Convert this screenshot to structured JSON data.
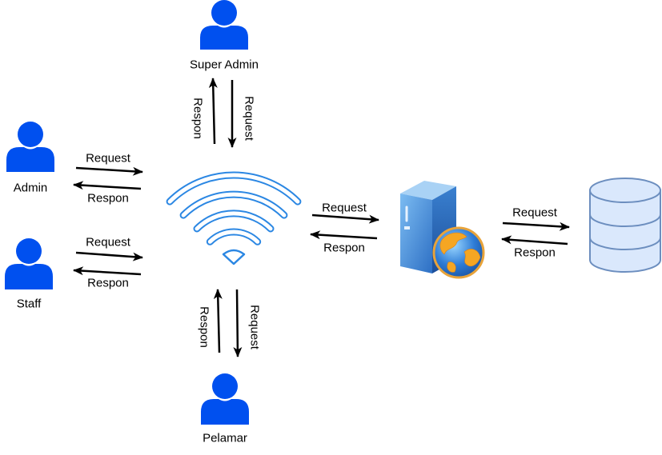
{
  "actors": {
    "super_admin": {
      "label": "Super Admin",
      "icon": "user-icon"
    },
    "admin": {
      "label": "Admin",
      "icon": "user-icon"
    },
    "staff": {
      "label": "Staff",
      "icon": "user-icon"
    },
    "pelamar": {
      "label": "Pelamar",
      "icon": "user-icon"
    }
  },
  "nodes": {
    "network": {
      "icon": "wifi-icon"
    },
    "web_server": {
      "icon": "web-server-icon"
    },
    "database": {
      "icon": "database-icon"
    }
  },
  "links": {
    "super_admin": {
      "request": "Request",
      "response": "Respon"
    },
    "admin": {
      "request": "Request",
      "response": "Respon"
    },
    "staff": {
      "request": "Request",
      "response": "Respon"
    },
    "pelamar": {
      "request": "Request",
      "response": "Respon"
    },
    "web_server": {
      "request": "Request",
      "response": "Respon"
    },
    "database": {
      "request": "Request",
      "response": "Respon"
    }
  },
  "colors": {
    "user": "#0050EF",
    "wifi": "#2B87E3",
    "arrow": "#000000",
    "database_fill": "#DAE8FC",
    "database_stroke": "#6C8EBF"
  }
}
